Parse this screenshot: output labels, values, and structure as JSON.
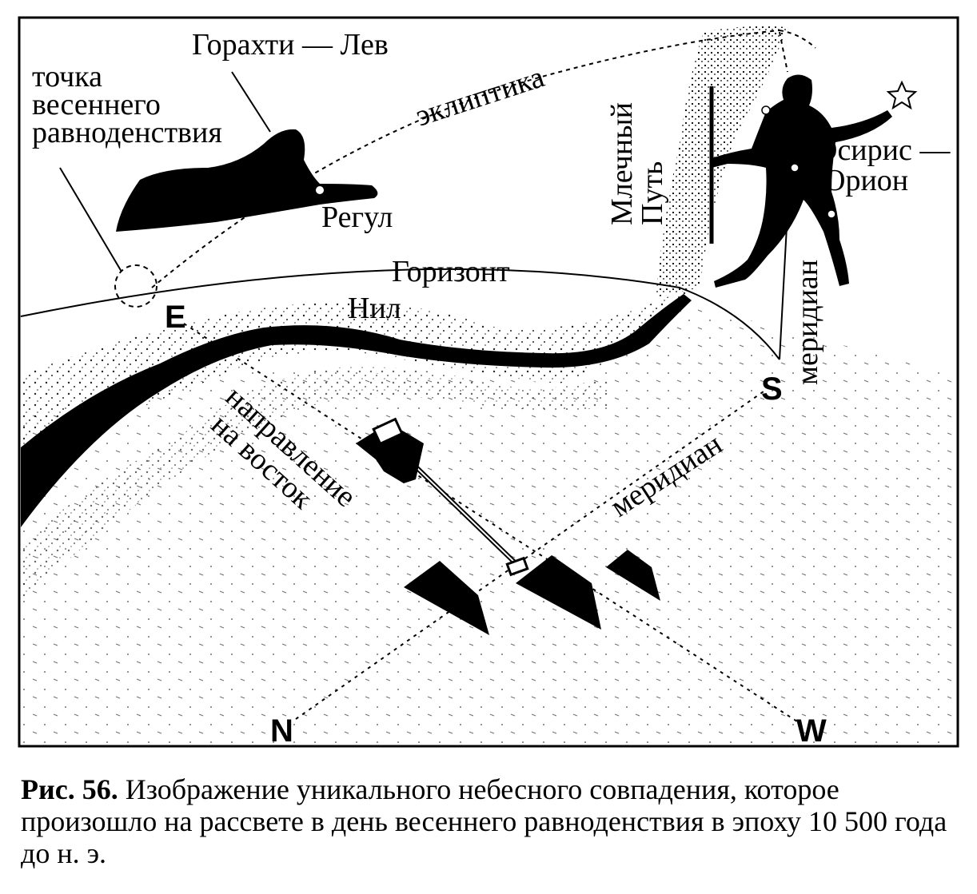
{
  "labels": {
    "spring_point": [
      "точка",
      "весеннего",
      "равноденствия"
    ],
    "horakhti": "Горахти — Лев",
    "regulus": "Регул",
    "ecliptic": "эклиптика",
    "milky_way": [
      "Млечный",
      "Путь"
    ],
    "osiris": [
      "Осирис —",
      "Орион"
    ],
    "horizon": "Горизонт",
    "nile": "Нил",
    "east": "E",
    "south": "S",
    "north": "N",
    "west": "W",
    "meridian_sky": "меридиан",
    "meridian_ground": "меридиан",
    "east_direction": [
      "направление",
      "на восток"
    ]
  },
  "caption": {
    "number": "Рис. 56.",
    "text": "Изображение уникального небесного совпадения, которое произошло на рассвете в день весеннего равноденствия в эпоху 10 500 года до н. э."
  }
}
